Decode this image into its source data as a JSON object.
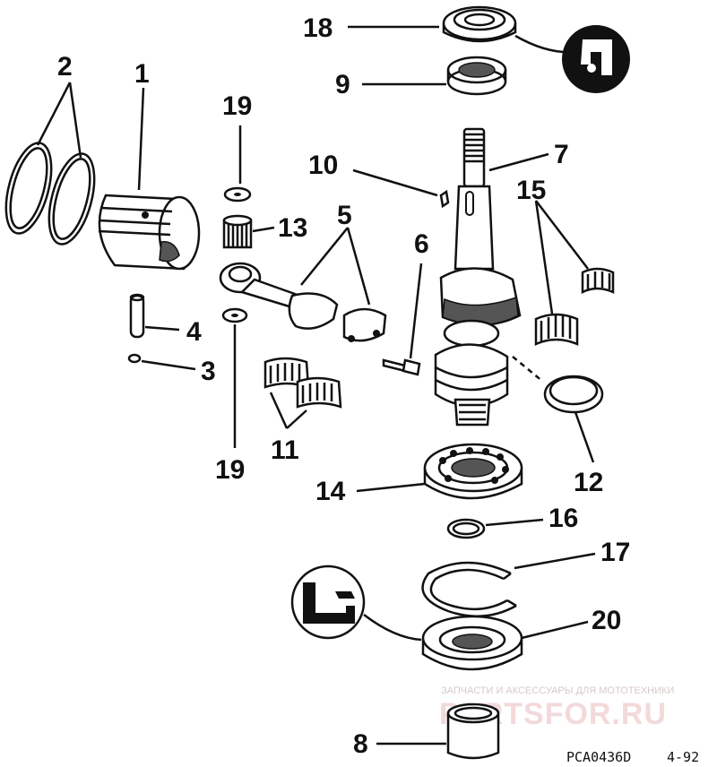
{
  "diagram": {
    "callouts": {
      "c1": "1",
      "c2": "2",
      "c3": "3",
      "c4": "4",
      "c5": "5",
      "c6": "6",
      "c7": "7",
      "c8": "8",
      "c9": "9",
      "c10": "10",
      "c11": "11",
      "c12": "12",
      "c13": "13",
      "c14": "14",
      "c15": "15",
      "c16": "16",
      "c17": "17",
      "c18": "18",
      "c19a": "19",
      "c19b": "19",
      "c20": "20"
    },
    "footer": {
      "code": "PCA0436D",
      "page": "4-92"
    },
    "watermark": {
      "tagline": "ЗАПЧАСТИ И АКСЕССУАРЫ ДЛЯ МОТОТЕХНИКИ",
      "brand": "PARTSFOR.RU",
      "color": "#e8b0b0"
    }
  }
}
